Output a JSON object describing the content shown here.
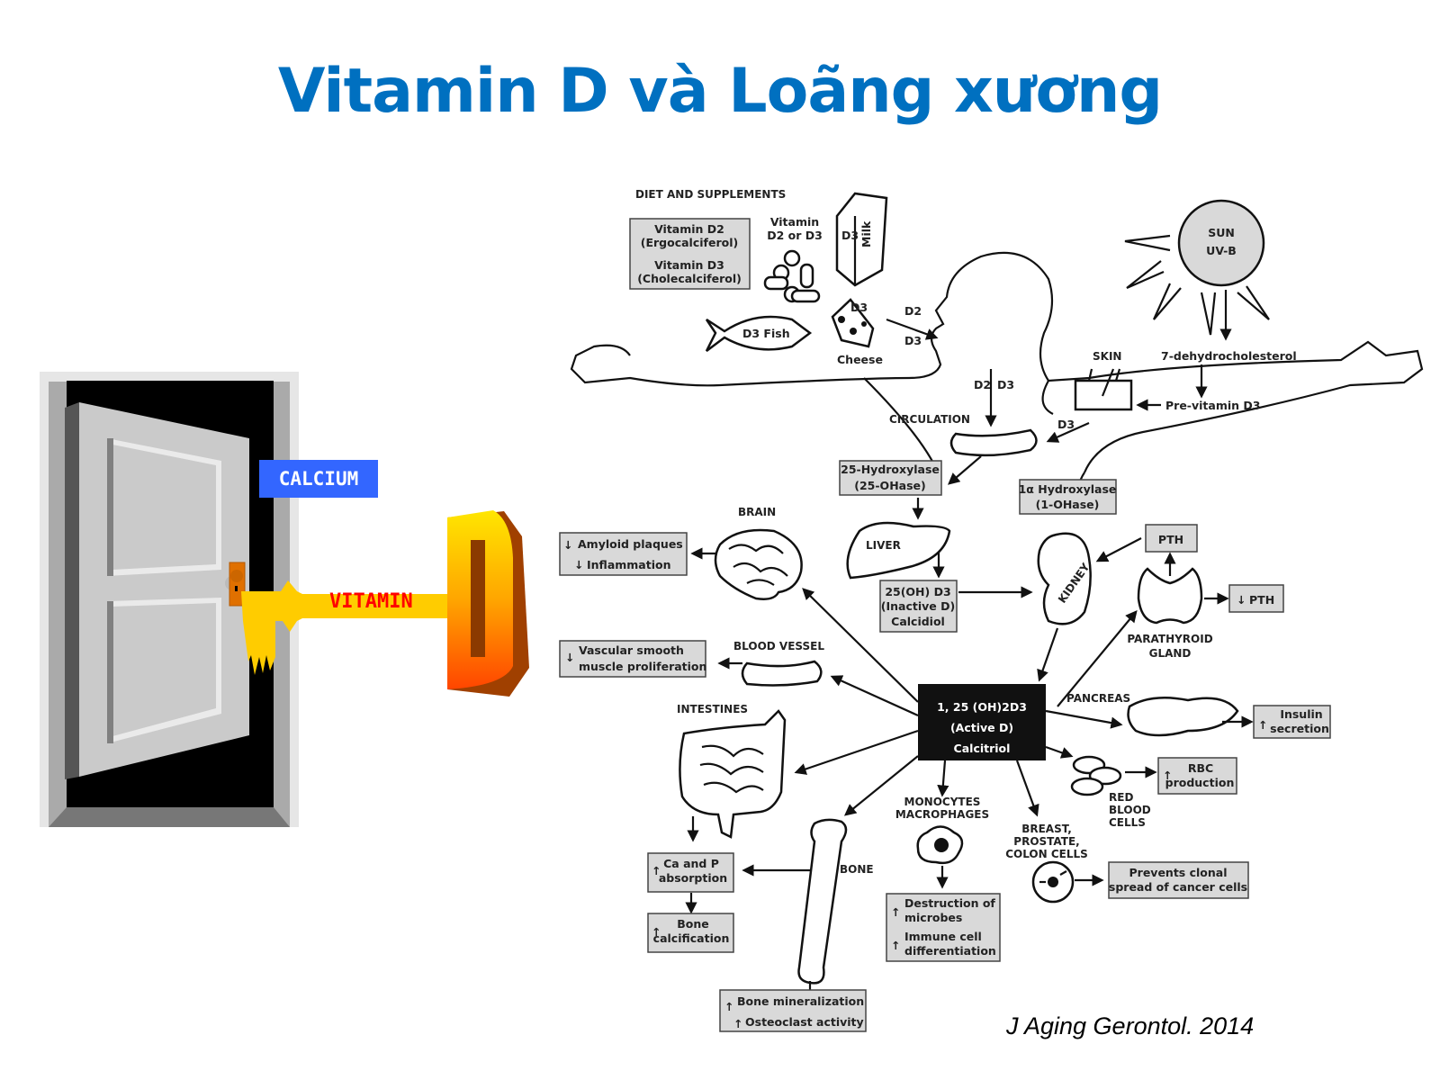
{
  "slide": {
    "title": "Vitamin D và Loãng xương",
    "citation": "J Aging Gerontol. 2014",
    "colors": {
      "title": "#0070c0",
      "calcium_tag": "#3366ff",
      "key": "#ffcc00",
      "vitamin_text": "#ff0000",
      "box_fill": "#d9d9d9",
      "active_box": "#111111"
    }
  },
  "illustration": {
    "calcium_label": "CALCIUM",
    "vitamin_label": "VITAMIN",
    "d_letter": "D"
  },
  "diagram": {
    "diet_header": "DIET AND SUPPLEMENTS",
    "diet_box": [
      "Vitamin D2",
      "(Ergocalciferol)",
      "Vitamin D3",
      "(Cholecalciferol)"
    ],
    "supplements": [
      "Vitamin",
      "D2 or D3"
    ],
    "milk": "Milk",
    "milk_d": "D3",
    "fish": "D3  Fish",
    "cheese": "Cheese",
    "cheese_d": "D3",
    "intake_d2": "D2",
    "intake_d3": "D3",
    "sun": [
      "SUN",
      "UV-B"
    ],
    "skin": "SKIN",
    "dehydro": "7-dehydrocholesterol",
    "previtamin": "Pre-vitamin D3",
    "circulation": "CIRCULATION",
    "neck_d2": "D2",
    "neck_d3": "D3",
    "skin_d3": "D3",
    "hydroxylase25": [
      "25-Hydroxylase",
      "(25-OHase)"
    ],
    "hydroxylase1": [
      "1α Hydroxylase",
      "(1-OHase)"
    ],
    "liver": "LIVER",
    "calcidiol": [
      "25(OH) D3",
      "(Inactive D)",
      "Calcidiol"
    ],
    "kidney": "KIDNEY",
    "pth": "PTH",
    "pth_down": "PTH",
    "parathyroid": [
      "PARATHYROID",
      "GLAND"
    ],
    "brain": "BRAIN",
    "brain_effects": [
      "Amyloid plaques",
      "Inflammation"
    ],
    "blood_vessel": "BLOOD VESSEL",
    "vessel_effects": [
      "Vascular smooth",
      "muscle proliferation"
    ],
    "active": [
      "1, 25 (OH)2D3",
      "(Active D)",
      "Calcitriol"
    ],
    "pancreas": "PANCREAS",
    "insulin": [
      "Insulin",
      "secretion"
    ],
    "rbc_label": [
      "RED",
      "BLOOD",
      "CELLS"
    ],
    "rbc": [
      "RBC",
      "production"
    ],
    "intestines": "INTESTINES",
    "ca_p": [
      "Ca and P",
      "absorption"
    ],
    "bone_calc": [
      "Bone",
      "calcification"
    ],
    "bone": "BONE",
    "bone_effects": [
      "Bone mineralization",
      "Osteoclast activity"
    ],
    "monocytes": [
      "MONOCYTES",
      "MACROPHAGES"
    ],
    "immune": [
      "Destruction of",
      "microbes",
      "Immune cell",
      "differentiation"
    ],
    "cancer_cells": [
      "BREAST,",
      "PROSTATE,",
      "COLON CELLS"
    ],
    "cancer": [
      "Prevents clonal",
      "spread of cancer cells"
    ]
  }
}
